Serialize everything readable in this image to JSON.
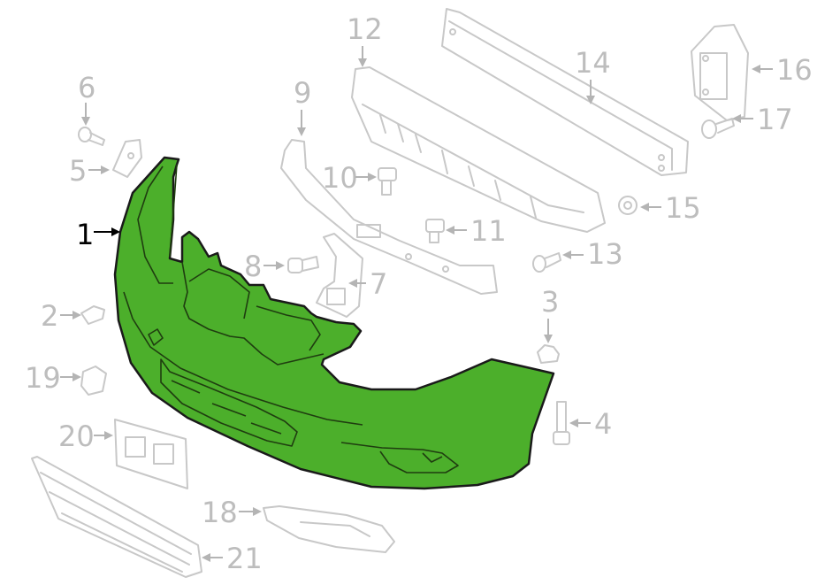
{
  "diagram": {
    "callouts": {
      "c1": "1",
      "c2": "2",
      "c3": "3",
      "c4": "4",
      "c5": "5",
      "c6": "6",
      "c7": "7",
      "c8": "8",
      "c9": "9",
      "c10": "10",
      "c11": "11",
      "c12": "12",
      "c13": "13",
      "c14": "14",
      "c15": "15",
      "c16": "16",
      "c17": "17",
      "c18": "18",
      "c19": "19",
      "c20": "20",
      "c21": "21"
    },
    "highlight_color": "#4caf2b",
    "highlighted_part": "1"
  }
}
